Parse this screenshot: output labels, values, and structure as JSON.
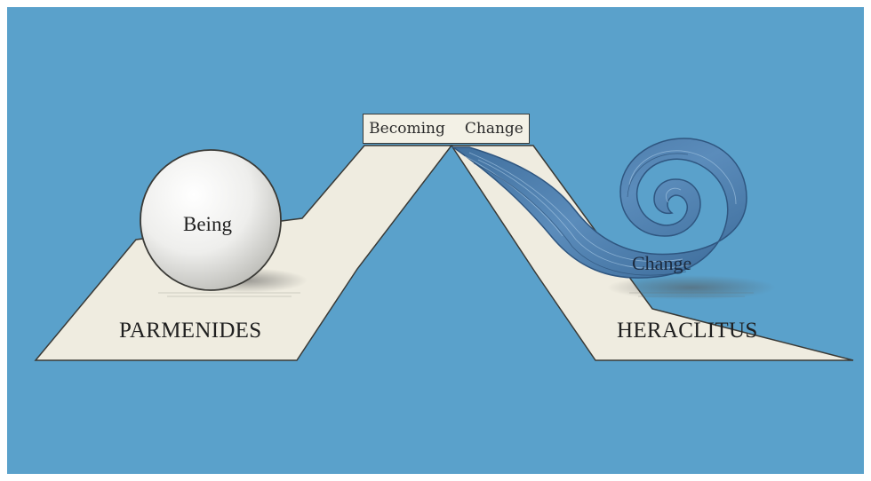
{
  "header_box": {
    "left_word": "Becoming",
    "right_word": "Change"
  },
  "left": {
    "sphere_label": "Being",
    "philosopher": "PARMENIDES"
  },
  "right": {
    "spiral_label": "Change",
    "philosopher": "HERACLITUS"
  },
  "colors": {
    "background": "#5aa1cb",
    "platform": "#efece0",
    "outline": "#3a3a36",
    "stream": "#4e7fae",
    "stream_dark": "#2f5680"
  }
}
